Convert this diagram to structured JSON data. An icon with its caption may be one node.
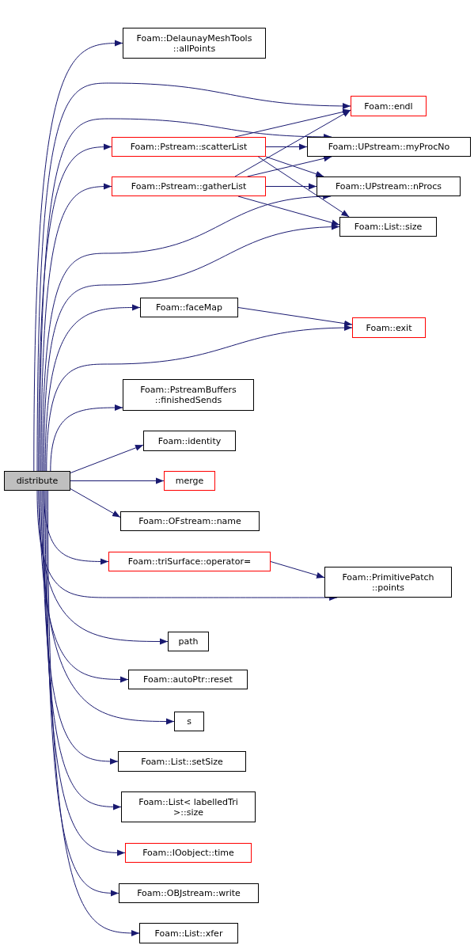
{
  "diagram": {
    "nodes": [
      {
        "text": [
          "distribute"
        ]
      },
      {
        "text": [
          "Foam::DelaunayMeshTools ::allPoints"
        ]
      },
      {
        "text": [
          "Foam::endl"
        ]
      },
      {
        "text": [
          "Foam::Pstream::scatterList"
        ]
      },
      {
        "text": [
          "Foam::UPstream::myProcNo"
        ]
      },
      {
        "text": [
          "Foam::Pstream::gatherList"
        ]
      },
      {
        "text": [
          "Foam::UPstream::nProcs"
        ]
      },
      {
        "text": [
          "Foam::List::size"
        ]
      },
      {
        "text": [
          "Foam::faceMap"
        ]
      },
      {
        "text": [
          "Foam::exit"
        ]
      },
      {
        "text": [
          "Foam::PstreamBuffers ::finishedSends"
        ]
      },
      {
        "text": [
          "Foam::identity"
        ]
      },
      {
        "text": [
          "merge"
        ]
      },
      {
        "text": [
          "Foam::OFstream::name"
        ]
      },
      {
        "text": [
          "Foam::triSurface::operator="
        ]
      },
      {
        "text": [
          "Foam::PrimitivePatch ::points"
        ]
      },
      {
        "text": [
          "path"
        ]
      },
      {
        "text": [
          "Foam::autoPtr::reset"
        ]
      },
      {
        "text": [
          "s"
        ]
      },
      {
        "text": [
          "Foam::List::setSize"
        ]
      },
      {
        "text": [
          "Foam::List< labelledTri >::size"
        ]
      },
      {
        "text": [
          "Foam::IOobject::time"
        ]
      },
      {
        "text": [
          "Foam::OBJstream::write"
        ]
      },
      {
        "text": [
          "Foam::List::xfer"
        ]
      }
    ],
    "edges": [
      {
        "from": 0,
        "to": 1,
        "arrow": "to"
      },
      {
        "from": 0,
        "to": 2,
        "arrow": "to"
      },
      {
        "from": 0,
        "to": 3,
        "arrow": "to"
      },
      {
        "from": 0,
        "to": 4,
        "arrow": "to"
      },
      {
        "from": 0,
        "to": 5,
        "arrow": "to"
      },
      {
        "from": 0,
        "to": 6,
        "arrow": "to"
      },
      {
        "from": 0,
        "to": 7,
        "arrow": "to"
      },
      {
        "from": 0,
        "to": 8,
        "arrow": "to"
      },
      {
        "from": 0,
        "to": 9,
        "arrow": "to"
      },
      {
        "from": 0,
        "to": 10,
        "arrow": "to"
      },
      {
        "from": 0,
        "to": 11,
        "arrow": "to"
      },
      {
        "from": 0,
        "to": 12,
        "arrow": "to"
      },
      {
        "from": 0,
        "to": 13,
        "arrow": "to"
      },
      {
        "from": 0,
        "to": 14,
        "arrow": "to"
      },
      {
        "from": 0,
        "to": 15,
        "arrow": "to"
      },
      {
        "from": 0,
        "to": 16,
        "arrow": "to"
      },
      {
        "from": 0,
        "to": 17,
        "arrow": "to"
      },
      {
        "from": 0,
        "to": 18,
        "arrow": "to"
      },
      {
        "from": 0,
        "to": 19,
        "arrow": "to"
      },
      {
        "from": 0,
        "to": 20,
        "arrow": "to"
      },
      {
        "from": 0,
        "to": 21,
        "arrow": "to"
      },
      {
        "from": 0,
        "to": 22,
        "arrow": "to"
      },
      {
        "from": 0,
        "to": 23,
        "arrow": "to"
      },
      {
        "from": 3,
        "to": 2,
        "arrow": "to"
      },
      {
        "from": 3,
        "to": 4,
        "arrow": "to"
      },
      {
        "from": 3,
        "to": 6,
        "arrow": "to"
      },
      {
        "from": 3,
        "to": 7,
        "arrow": "to"
      },
      {
        "from": 5,
        "to": 2,
        "arrow": "to"
      },
      {
        "from": 5,
        "to": 4,
        "arrow": "to"
      },
      {
        "from": 5,
        "to": 6,
        "arrow": "to"
      },
      {
        "from": 5,
        "to": 7,
        "arrow": "to"
      },
      {
        "from": 8,
        "to": 9,
        "arrow": "to"
      },
      {
        "from": 14,
        "to": 15,
        "arrow": "to"
      }
    ]
  }
}
